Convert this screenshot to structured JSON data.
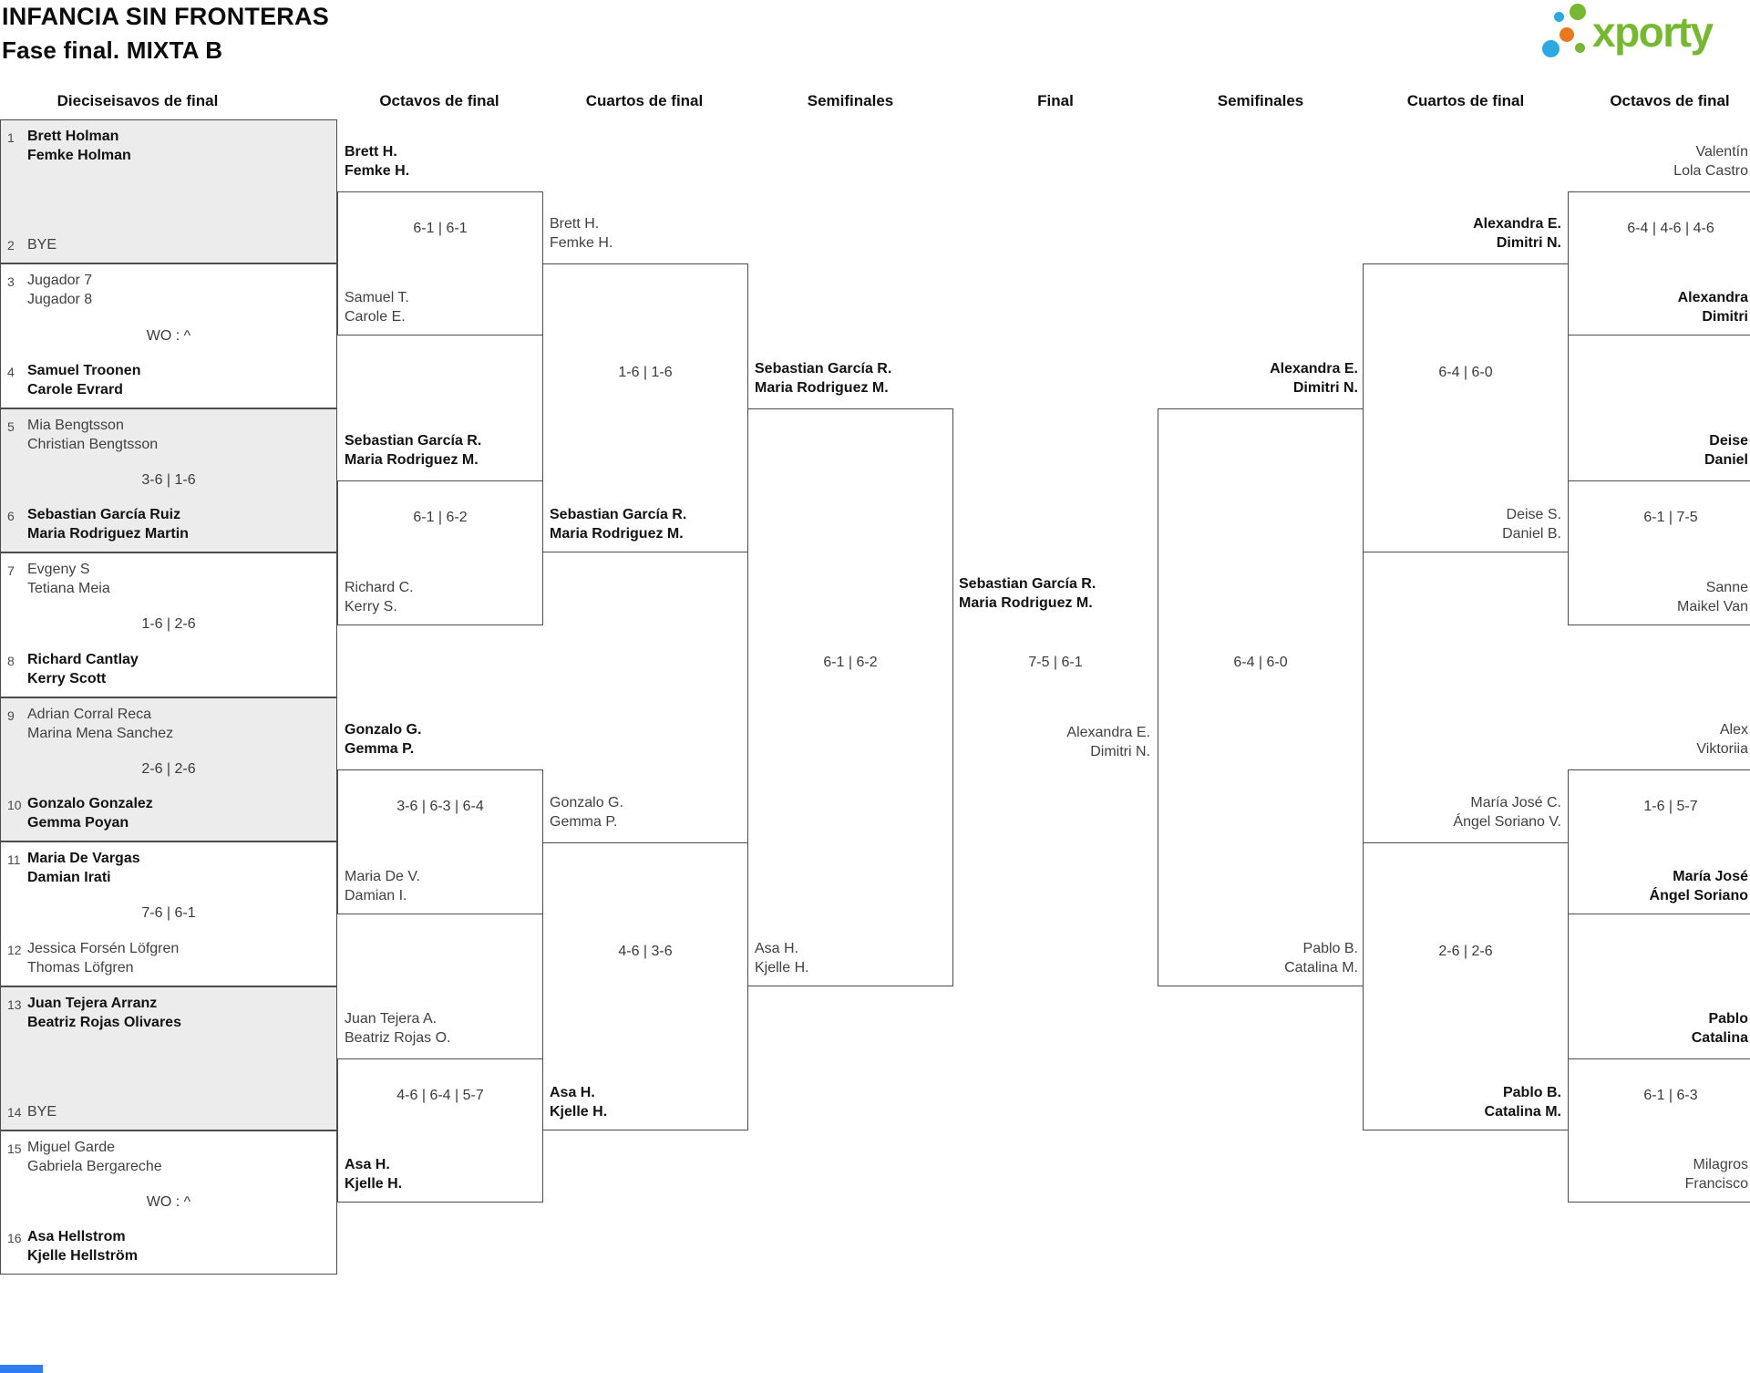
{
  "title": {
    "line1": "INFANCIA SIN FRONTERAS",
    "line2": "Fase final. MIXTA B"
  },
  "logo": {
    "brand": "xporty"
  },
  "colors": {
    "brand_green": "#76b832",
    "brand_blue": "#2ba9e0",
    "brand_orange": "#e8791e",
    "shaded_row": "#ececec",
    "box_border": "#4c4c4c",
    "winner_text": "#121212",
    "loser_text": "#414141",
    "bottom_bar_blue": "#2e7ef0"
  },
  "round_headers": [
    "Dieciseisavos de final",
    "Octavos de final",
    "Cuartos de final",
    "Semifinales",
    "Final",
    "Semifinales",
    "Cuartos de final",
    "Octavos de final"
  ],
  "bracket": {
    "round32": [
      {
        "seed_a": "1",
        "team_a": "Brett Holman\nFemke Holman",
        "seed_b": "2",
        "team_b": "BYE",
        "center": ""
      },
      {
        "seed_a": "3",
        "team_a": "Jugador 7\nJugador 8",
        "seed_b": "4",
        "team_b": "Samuel Troonen\nCarole Evrard",
        "center": "WO : ^"
      },
      {
        "seed_a": "5",
        "team_a": "Mia Bengtsson\nChristian Bengtsson",
        "seed_b": "6",
        "team_b": "Sebastian García Ruiz\nMaria Rodriguez Martin",
        "center": "3-6 | 1-6"
      },
      {
        "seed_a": "7",
        "team_a": "Evgeny S\nTetiana Meia",
        "seed_b": "8",
        "team_b": "Richard Cantlay\nKerry Scott",
        "center": "1-6 | 2-6"
      },
      {
        "seed_a": "9",
        "team_a": "Adrian Corral Reca\nMarina Mena Sanchez",
        "seed_b": "10",
        "team_b": "Gonzalo Gonzalez\nGemma Poyan",
        "center": "2-6 | 2-6"
      },
      {
        "seed_a": "11",
        "team_a": "Maria De Vargas\nDamian Irati",
        "seed_b": "12",
        "team_b": "Jessica Forsén Löfgren\nThomas Löfgren",
        "center": "7-6 | 6-1"
      },
      {
        "seed_a": "13",
        "team_a": "Juan Tejera Arranz\nBeatriz Rojas Olivares",
        "seed_b": "14",
        "team_b": "BYE",
        "center": ""
      },
      {
        "seed_a": "15",
        "team_a": "Miguel Garde\nGabriela Bergareche",
        "seed_b": "16",
        "team_b": "Asa Hellstrom\nKjelle Hellström",
        "center": "WO : ^"
      }
    ],
    "octavos_left": [
      {
        "team_a": "Brett H.\nFemke H.",
        "score": "6-1 | 6-1",
        "team_b": "Samuel T.\nCarole E."
      },
      {
        "team_a": "Sebastian García R.\nMaria Rodriguez M.",
        "score": "6-1 | 6-2",
        "team_b": "Richard C.\nKerry S."
      },
      {
        "team_a": "Gonzalo G.\nGemma P.",
        "score": "3-6 | 6-3 | 6-4",
        "team_b": "Maria De V.\nDamian I."
      },
      {
        "team_a": "Juan Tejera A.\nBeatriz Rojas O.",
        "score": "4-6 | 6-4 | 5-7",
        "team_b": "Asa H.\nKjelle H."
      }
    ],
    "cuartos_left": [
      {
        "team_a": "Brett H.\nFemke H.",
        "score": "1-6 | 1-6",
        "team_b": "Sebastian García R.\nMaria Rodriguez M."
      },
      {
        "team_a": "Gonzalo G.\nGemma P.",
        "score": "4-6 | 3-6",
        "team_b": "Asa H.\nKjelle H."
      }
    ],
    "semifinal_left": {
      "team_a": "Sebastian García R.\nMaria Rodriguez M.",
      "score": "6-1 | 6-2",
      "team_b": "Asa H.\nKjelle H."
    },
    "final": {
      "team_a": "Sebastian García R.\nMaria Rodriguez M.",
      "score": "7-5 | 6-1",
      "team_b": "Alexandra E.\nDimitri N."
    },
    "semifinal_right": {
      "team_a": "Alexandra E.\nDimitri N.",
      "score": "6-4 | 6-0",
      "team_b": "Pablo B.\nCatalina M."
    },
    "cuartos_right": [
      {
        "team_a": "Alexandra E.\nDimitri N.",
        "score": "6-4 | 6-0",
        "team_b": "Deise S.\nDaniel B."
      },
      {
        "team_a": "María José C.\nÁngel Soriano V.",
        "score": "2-6 | 2-6",
        "team_b": "Pablo B.\nCatalina M."
      }
    ],
    "octavos_right": [
      {
        "team_a": "Valentín\nLola Castro",
        "score": "6-4 | 4-6 | 4-6",
        "team_b": "Alexandra\nDimitri"
      },
      {
        "team_a": "Deise\nDaniel",
        "score": "6-1 | 7-5",
        "team_b": "Sanne\nMaikel Van"
      },
      {
        "team_a": "Alex\nViktoriia",
        "score": "1-6 | 5-7",
        "team_b": "María José\nÁngel Soriano"
      },
      {
        "team_a": "Pablo\nCatalina",
        "score": "6-1 | 6-3",
        "team_b": "Milagros\nFrancisco"
      }
    ]
  }
}
